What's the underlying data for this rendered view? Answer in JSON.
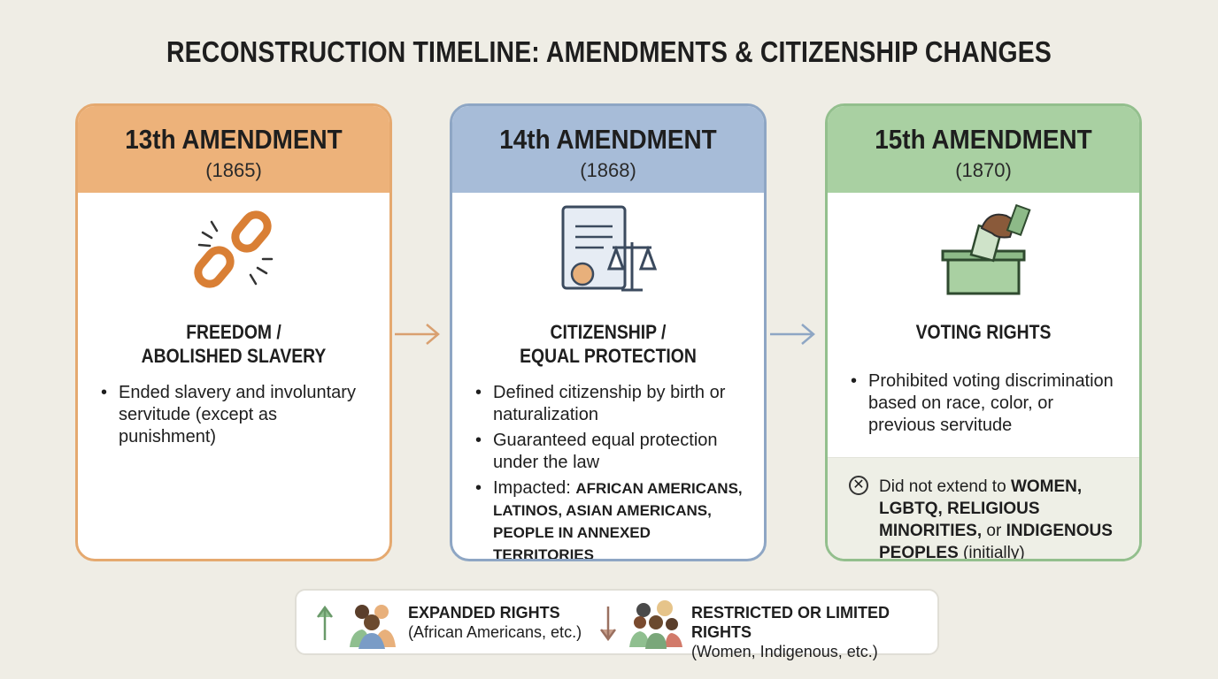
{
  "title": "RECONSTRUCTION TIMELINE: AMENDMENTS & CITIZENSHIP CHANGES",
  "cards": [
    {
      "name": "13th AMENDMENT",
      "year": "(1865)",
      "subtitle1": "FREEDOM /",
      "subtitle2": "ABOLISHED SLAVERY",
      "icon": "broken-chain-icon",
      "color": "#edb27a",
      "bullets": [
        "Ended slavery and involuntary servitude (except as punishment)"
      ]
    },
    {
      "name": "14th AMENDMENT",
      "year": "(1868)",
      "subtitle1": "CITIZENSHIP /",
      "subtitle2": "EQUAL PROTECTION",
      "icon": "document-scales-icon",
      "color": "#a7bcd8",
      "bullets": [
        "Defined citizenship by birth or naturalization",
        "Guaranteed equal protection under the law"
      ],
      "impacted_label": "Impacted: ",
      "impacted": "AFRICAN AMERICANS, LATINOS, ASIAN AMERICANS, PEOPLE IN ANNEXED TERRITORIES"
    },
    {
      "name": "15th AMENDMENT",
      "year": "(1870)",
      "subtitle1": "VOTING RIGHTS",
      "icon": "ballot-box-icon",
      "color": "#a9d0a2",
      "bullets": [
        "Prohibited voting discrimination based on race, color, or previous servitude"
      ],
      "note": {
        "t1": "Did not extend to ",
        "b1": "WOMEN, LGBTQ, RELIGIOUS MINORITIES,",
        "t2": " or ",
        "b2": "INDIGENOUS PEOPLES",
        "t3": " (initially)"
      }
    }
  ],
  "legend": {
    "expanded": {
      "label": "EXPANDED RIGHTS",
      "desc": "(African Americans, etc.)",
      "color": "#8fbf8f"
    },
    "restricted": {
      "label": "RESTRICTED OR LIMITED RIGHTS",
      "desc": "(Women, Indigenous, etc.)",
      "color": "#c9a08c"
    }
  }
}
